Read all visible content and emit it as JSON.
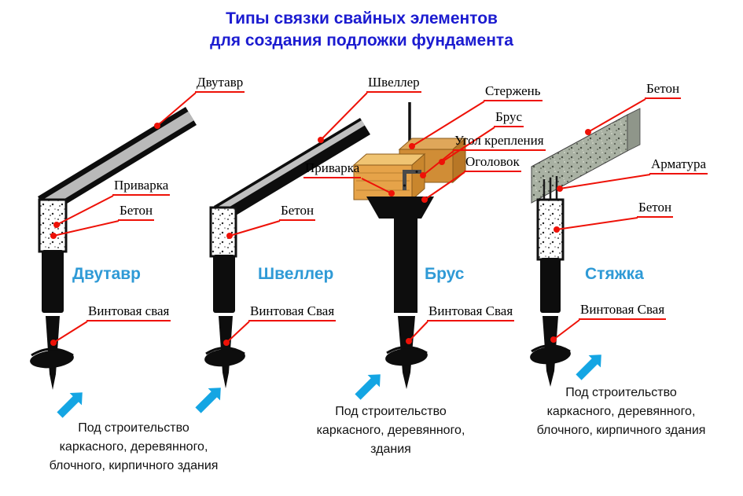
{
  "title": {
    "line1": "Типы связки свайных элементов",
    "line2": "для создания подложки фундамента"
  },
  "columns": [
    {
      "header": "Двутавр",
      "callouts": {
        "beam": "Двутавр",
        "weld": "Приварка",
        "concrete": "Бетон",
        "screw_pile": "Винтовая свая"
      }
    },
    {
      "header": "Швеллер",
      "callouts": {
        "beam": "Швеллер",
        "concrete": "Бетон",
        "screw_pile": "Винтовая Свая"
      }
    },
    {
      "header": "Брус",
      "callouts": {
        "rod": "Стержень",
        "beam": "Брус",
        "bracket": "Угол крепления",
        "cap": "Оголовок",
        "weld": "Приварка",
        "screw_pile": "Винтовая Свая"
      }
    },
    {
      "header": "Стяжка",
      "callouts": {
        "concrete_top": "Бетон",
        "rebar": "Арматура",
        "concrete": "Бетон",
        "screw_pile": "Винтовая Свая"
      }
    }
  ],
  "captions": [
    {
      "lines": [
        "Под строительство",
        "каркасного, деревянного,",
        "блочного, кирпичного здания"
      ]
    },
    {
      "lines": [
        "Под строительство",
        "каркасного, деревянного,",
        "здания"
      ]
    },
    {
      "lines": [
        "Под строительство",
        "каркасного, деревянного,",
        "блочного, кирпичного здания"
      ]
    }
  ],
  "colors": {
    "title": "#1b1bd0",
    "column_header": "#2f9ad6",
    "leader_line": "#ee1107",
    "arrow": "#14a5e3",
    "wood": "#e6a349",
    "steel": "#0d0d0d"
  }
}
